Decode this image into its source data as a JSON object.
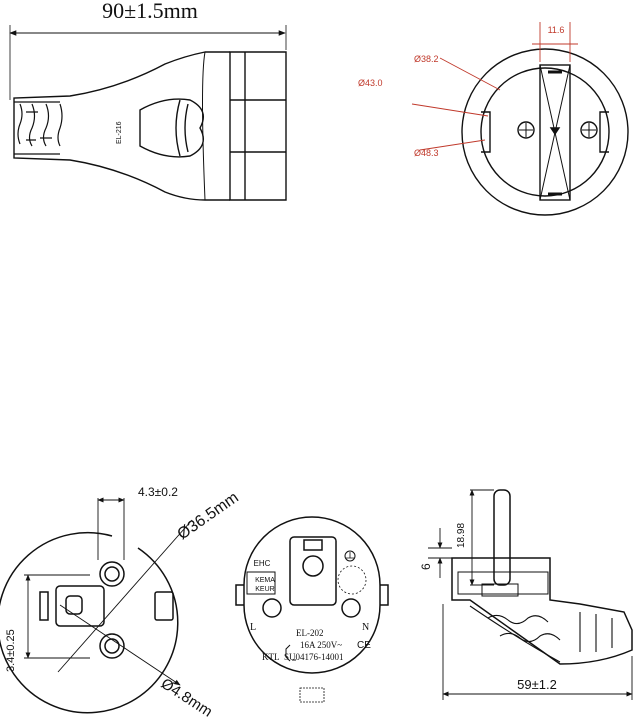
{
  "side_view": {
    "length_dim": "90±1.5mm",
    "model_mark": "EL-216"
  },
  "front_view": {
    "dim_width": "11.6",
    "dim_d1": "Ø38.2",
    "dim_d2": "Ø43.0",
    "dim_d3": "Ø48.3"
  },
  "plug_face": {
    "dim_pin_offset": "4.3±0.2",
    "dim_diameter": "Ø36.5mm",
    "dim_vertical": "3.4±0.25",
    "dim_pin": "Ø4.8mm"
  },
  "plug_back": {
    "cert_1": "EHC",
    "cert_2": "KEMA",
    "cert_3": "KEUR",
    "label_l": "L",
    "label_n": "N",
    "model": "EL-202",
    "rating": "16A 250V~",
    "code_prefix": "KTL",
    "code": "SU04176-14001",
    "ce_mark": "CE"
  },
  "side_profile": {
    "dim_pin_length": "18.98",
    "dim_offset": "6",
    "dim_length": "59±1.2"
  },
  "colors": {
    "line": "#111111",
    "red_label": "#c0392b"
  }
}
